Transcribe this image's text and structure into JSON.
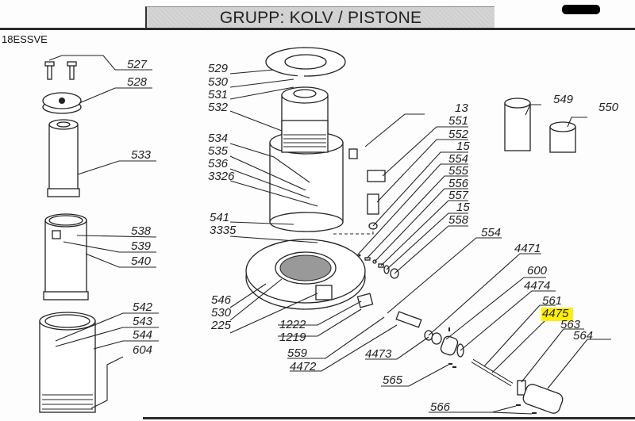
{
  "header": {
    "title": "GRUPP: KOLV / PISTONE",
    "model_code": "18ESSVE",
    "redacted": true
  },
  "highlight_color": "#ffee00",
  "callouts": [
    {
      "id": "527",
      "group": "left-stack"
    },
    {
      "id": "528",
      "group": "left-stack"
    },
    {
      "id": "533",
      "group": "left-stack"
    },
    {
      "id": "538",
      "group": "left-stack"
    },
    {
      "id": "539",
      "group": "left-stack"
    },
    {
      "id": "540",
      "group": "left-stack"
    },
    {
      "id": "542",
      "group": "left-stack"
    },
    {
      "id": "543",
      "group": "left-stack"
    },
    {
      "id": "544",
      "group": "left-stack"
    },
    {
      "id": "604",
      "group": "left-stack"
    },
    {
      "id": "529",
      "group": "center-assembly"
    },
    {
      "id": "530",
      "group": "center-assembly"
    },
    {
      "id": "531",
      "group": "center-assembly"
    },
    {
      "id": "532",
      "group": "center-assembly"
    },
    {
      "id": "534",
      "group": "center-assembly"
    },
    {
      "id": "535",
      "group": "center-assembly"
    },
    {
      "id": "536",
      "group": "center-assembly"
    },
    {
      "id": "3326",
      "group": "center-assembly"
    },
    {
      "id": "541",
      "group": "center-assembly"
    },
    {
      "id": "3335",
      "group": "center-assembly"
    },
    {
      "id": "546",
      "group": "base-ring"
    },
    {
      "id": "530",
      "group": "base-ring"
    },
    {
      "id": "225",
      "group": "base-ring"
    },
    {
      "id": "1222",
      "group": "base-ring"
    },
    {
      "id": "1219",
      "group": "base-ring"
    },
    {
      "id": "559",
      "group": "base-ring"
    },
    {
      "id": "4472",
      "group": "base-ring"
    },
    {
      "id": "13",
      "group": "fittings"
    },
    {
      "id": "551",
      "group": "fittings"
    },
    {
      "id": "552",
      "group": "fittings"
    },
    {
      "id": "15",
      "group": "fittings"
    },
    {
      "id": "554",
      "group": "fittings"
    },
    {
      "id": "555",
      "group": "fittings"
    },
    {
      "id": "556",
      "group": "fittings"
    },
    {
      "id": "557",
      "group": "fittings"
    },
    {
      "id": "15",
      "group": "fittings"
    },
    {
      "id": "558",
      "group": "fittings"
    },
    {
      "id": "554",
      "group": "fittings"
    },
    {
      "id": "549",
      "group": "spares"
    },
    {
      "id": "550",
      "group": "spares"
    },
    {
      "id": "4471",
      "group": "lever"
    },
    {
      "id": "600",
      "group": "lever"
    },
    {
      "id": "4474",
      "group": "lever"
    },
    {
      "id": "561",
      "group": "lever"
    },
    {
      "id": "4475",
      "group": "lever",
      "highlighted": true
    },
    {
      "id": "563",
      "group": "lever"
    },
    {
      "id": "564",
      "group": "lever"
    },
    {
      "id": "4473",
      "group": "lever"
    },
    {
      "id": "565",
      "group": "lever"
    },
    {
      "id": "566",
      "group": "lever"
    }
  ]
}
